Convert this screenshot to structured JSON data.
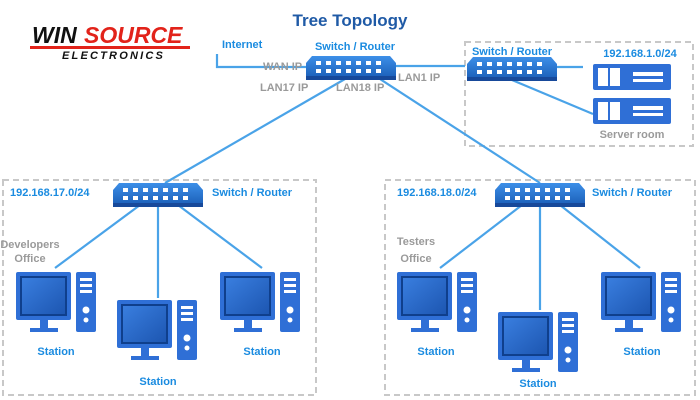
{
  "title": "Tree Topology",
  "logo": {
    "line1_a": "WIN",
    "line1_b": "SOURCE",
    "line2": "ELECTRONICS"
  },
  "colors": {
    "accent": "#1a8be0",
    "title": "#1f5aa6",
    "label_gray": "#9a9a9a",
    "logo_red": "#e2231a",
    "device_blue": "#2f6fd6"
  },
  "core": {
    "internet_label": "Internet",
    "router_label": "Switch / Router",
    "wan_label": "WAN IP",
    "lan1_label": "LAN1 IP",
    "lan17_label": "LAN17 IP",
    "lan18_label": "LAN18 IP"
  },
  "server_room": {
    "switch_label": "Switch / Router",
    "subnet": "192.168.1.0/24",
    "label": "Server room"
  },
  "developers": {
    "subnet": "192.168.17.0/24",
    "switch_label": "Switch / Router",
    "office_line1": "Developers",
    "office_line2": "Office",
    "stations": [
      "Station",
      "Station",
      "Station"
    ]
  },
  "testers": {
    "subnet": "192.168.18.0/24",
    "switch_label": "Switch / Router",
    "office_line1": "Testers",
    "office_line2": "Office",
    "stations": [
      "Station",
      "Station",
      "Station"
    ]
  }
}
